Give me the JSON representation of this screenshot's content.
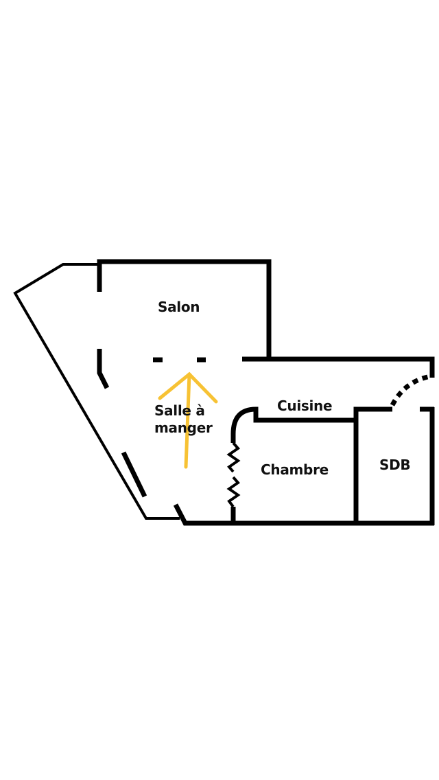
{
  "rooms": {
    "salon": "Salon",
    "salle_a_manger_line1": "Salle à",
    "salle_a_manger_line2": "manger",
    "cuisine": "Cuisine",
    "chambre": "Chambre",
    "sdb": "SDB"
  },
  "colors": {
    "wall": "#000000",
    "arrow": "#F7C234"
  }
}
